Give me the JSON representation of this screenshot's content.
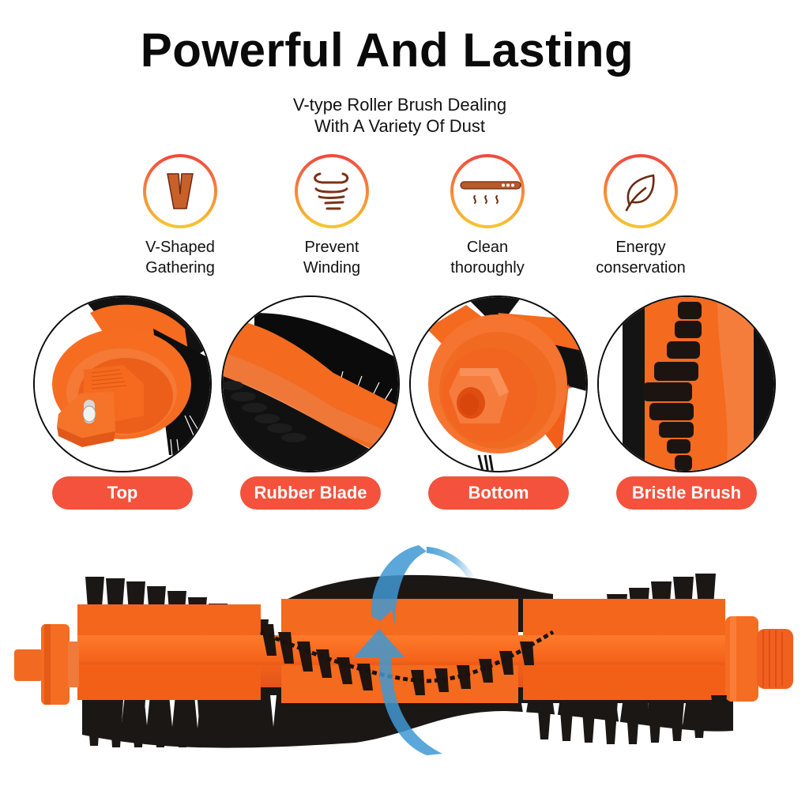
{
  "header": {
    "title": "Powerful And Lasting",
    "subtitle_line1": "V-type Roller Brush Dealing",
    "subtitle_line2": "With A Variety Of Dust"
  },
  "features": [
    {
      "icon": "v-shape-icon",
      "line1": "V-Shaped",
      "line2": "Gathering"
    },
    {
      "icon": "tornado-icon",
      "line1": "Prevent",
      "line2": "Winding"
    },
    {
      "icon": "heater-bar-icon",
      "line1": "Clean",
      "line2": "thoroughly"
    },
    {
      "icon": "leaf-icon",
      "line1": "Energy",
      "line2": "conservation"
    }
  ],
  "details": [
    {
      "image": "top-end-cap-closeup",
      "label": "Top"
    },
    {
      "image": "rubber-blade-closeup",
      "label": "Rubber Blade"
    },
    {
      "image": "bottom-end-cap-closeup",
      "label": "Bottom"
    },
    {
      "image": "bristle-brush-closeup",
      "label": "Bristle Brush"
    }
  ],
  "hero": {
    "image": "roller-brush-full",
    "overlay_icon": "rotation-arrow-icon"
  },
  "colors": {
    "pill": "#f4523c",
    "ring_top": "#f04a3e",
    "ring_bottom": "#f6c531",
    "icon_glyph": "#c8602a",
    "icon_stroke": "#6a2a12",
    "plastic_orange": "#f46a1e",
    "bristle": "#1a1614",
    "arrow_blue": "#4a9fd5"
  }
}
